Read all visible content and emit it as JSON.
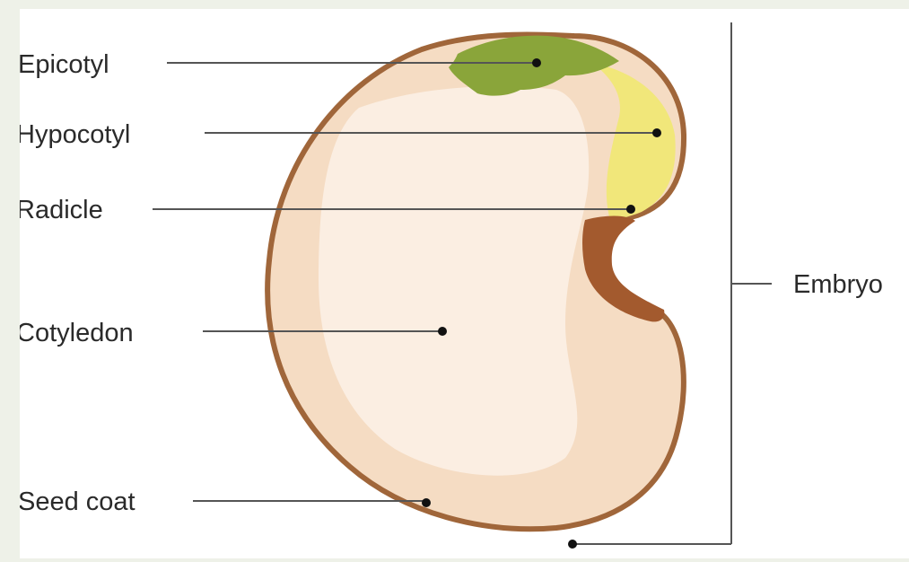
{
  "diagram": {
    "labels": {
      "epicotyl": "Epicotyl",
      "hypocotyl": "Hypocotyl",
      "radicle": "Radicle",
      "cotyledon": "Cotyledon",
      "seed_coat": "Seed coat",
      "embryo": "Embryo"
    },
    "colors": {
      "seed_coat": "#a0663a",
      "cotyledon_outer": "#f5dcc3",
      "cotyledon_inner": "#fbeee2",
      "hypocotyl": "#f1e77a",
      "epicotyl": "#8aa53a",
      "hilum": "#a35a2e",
      "leader_line": "#555555"
    }
  }
}
